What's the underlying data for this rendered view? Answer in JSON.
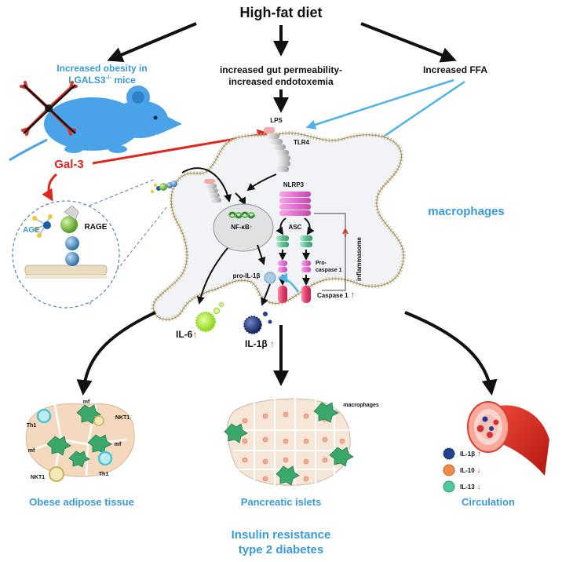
{
  "header": {
    "title": "High-fat diet"
  },
  "top_branches": {
    "left": {
      "line1": "Increased obesity in",
      "line2": "LGALS3",
      "superscript": "-/-",
      "line2_suffix": " mice"
    },
    "middle": {
      "line1": "increased gut permeability-",
      "line2": "increased endotoxemia"
    },
    "right": {
      "label": "Increased  FFA"
    }
  },
  "galectin": {
    "label": "Gal-3",
    "age_label": "AGE",
    "rage_label": "RAGE"
  },
  "cell": {
    "label": "macrophages",
    "lps": "LPS",
    "tlr4": "TLR4",
    "nlrp3": "NLRP3",
    "asc": "ASC",
    "nfkb": "NF-κB",
    "inflammasome": "inflammasome",
    "pro_caspase_line1": "Pro-",
    "pro_caspase_line2": "caspase 1",
    "caspase": "Caspase 1",
    "pro_il1b": "pro-IL-1β",
    "il6": "IL-6",
    "il1b": "IL-1β"
  },
  "outcomes": {
    "adipose": {
      "label": "Obese adipose tissue",
      "cells": [
        "mf",
        "NKT1",
        "Th1",
        "mf",
        "mf",
        "Th1",
        "NKT1"
      ]
    },
    "islets": {
      "label": "Pancreatic islets",
      "annotation": "macrophages"
    },
    "circulation": {
      "label": "Circulation",
      "legend": [
        {
          "name": "IL-1β",
          "trend": "up",
          "color": "#1f3f8f"
        },
        {
          "name": "IL-10",
          "trend": "down",
          "color": "#f08a4b"
        },
        {
          "name": "IL-13",
          "trend": "down",
          "color": "#4fc7a0"
        }
      ]
    }
  },
  "conclusion": {
    "line1": "Insulin resistance",
    "line2": "type 2 diabetes"
  },
  "colors": {
    "blue_text": "#3a9ad9",
    "red_arrow": "#e0261b",
    "mouse": "#4aa3e8",
    "up_arrow": "#c0392b",
    "cell_fill": "#f2f3f6"
  }
}
